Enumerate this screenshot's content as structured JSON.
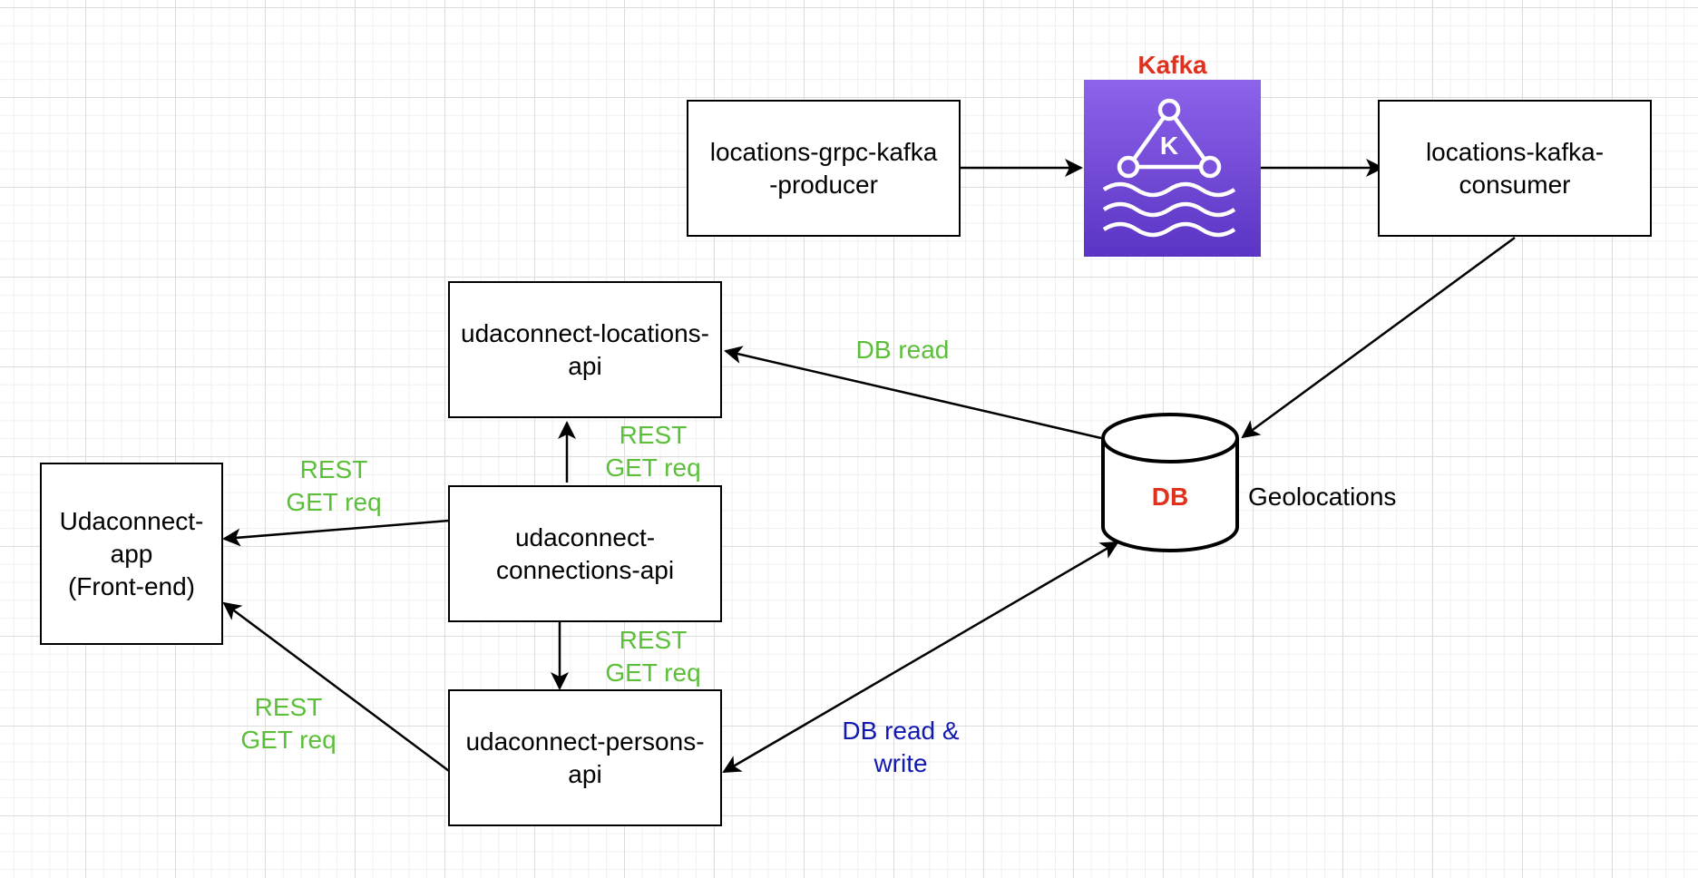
{
  "nodes": {
    "grpc_producer": "locations-grpc-kafka\n-producer",
    "kafka_title": "Kafka",
    "kafka_consumer": "locations-kafka-\nconsumer",
    "locations_api": "udaconnect-locations-\napi",
    "connections_api": "udaconnect-\nconnections-api",
    "persons_api": "udaconnect-persons-\napi",
    "frontend": "Udaconnect-\napp\n(Front-end)",
    "db": "DB",
    "geolocations": "Geolocations"
  },
  "edge_labels": {
    "db_read": "DB read",
    "rest_locations": "REST\nGET req",
    "rest_connections_app": "REST\nGET req",
    "rest_persons": "REST\nGET req",
    "rest_persons_app": "REST\nGET req",
    "db_read_write": "DB read &\nwrite"
  },
  "colors": {
    "green_label": "#5cbf3a",
    "blue_label": "#1219b0",
    "red_title": "#e0301e",
    "kafka_top": "#8d63ea",
    "kafka_bottom": "#5a34c4"
  },
  "icons": {
    "kafka": "kafka-icon",
    "db": "database-cylinder"
  }
}
